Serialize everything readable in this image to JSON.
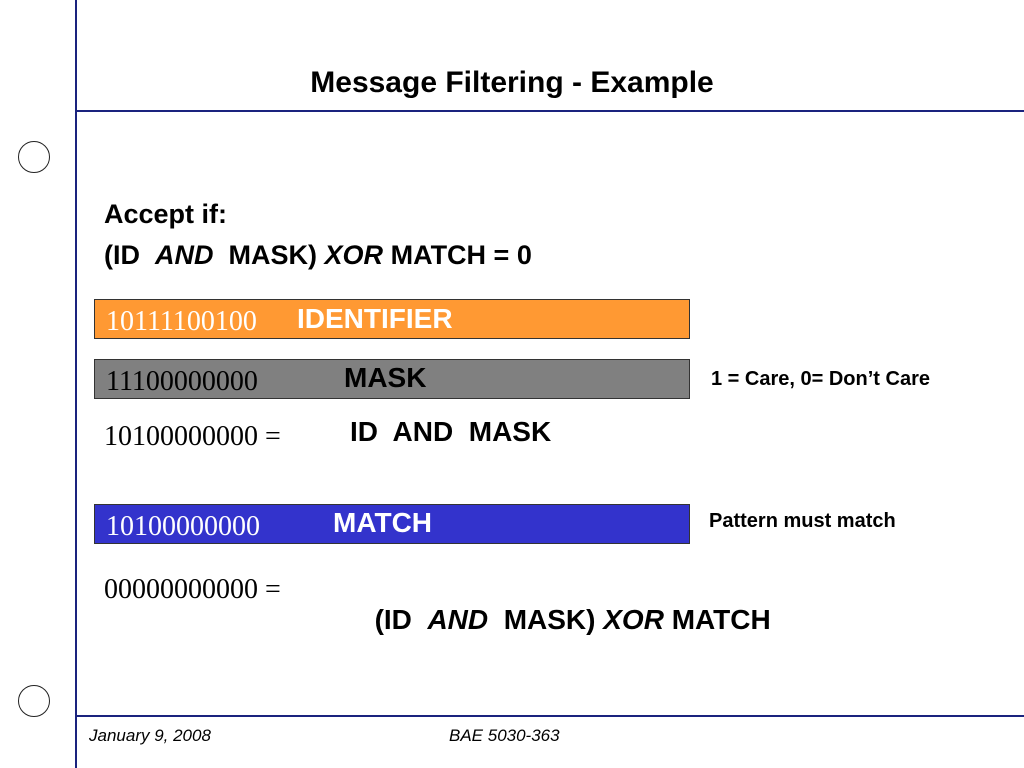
{
  "slide": {
    "title": "Message Filtering - Example",
    "rule_line1": "Accept if:",
    "rule_line2": {
      "open": "(ID",
      "and": "AND",
      "mask": "MASK)",
      "xor": "XOR",
      "tail": "MATCH = 0"
    }
  },
  "rows": {
    "identifier": {
      "bits": "10111100100",
      "label": "IDENTIFIER",
      "color": "#ff9933"
    },
    "mask": {
      "bits": "11100000000",
      "label": "MASK",
      "color": "#808080",
      "note": "1 = Care, 0= Don’t Care"
    },
    "and_result": {
      "bits": "10100000000 =",
      "label": "ID  AND  MASK"
    },
    "match": {
      "bits": "10100000000",
      "label": "MATCH",
      "color": "#3333cc",
      "note": "Pattern must match"
    },
    "xor_result": {
      "bits": "00000000000 =",
      "open": "(ID",
      "and": "AND",
      "mask": "MASK)",
      "xor": "XOR",
      "tail": "MATCH"
    }
  },
  "footer": {
    "date": "January 9, 2008",
    "course": "BAE 5030-363"
  },
  "colors": {
    "frame_lines": "#1a237e"
  }
}
